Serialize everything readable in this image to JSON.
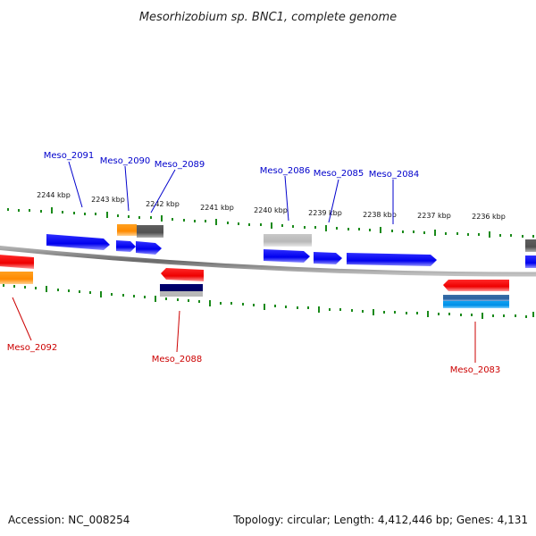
{
  "title": "Mesorhizobium sp. BNC1, complete genome",
  "footer": {
    "accession": "Accession: NC_008254",
    "topology": "Topology: circular; Length: 4,412,446 bp; Genes: 4,131"
  },
  "ticks": [
    "2244 kbp",
    "2243 kbp",
    "2242 kbp",
    "2241 kbp",
    "2240 kbp",
    "2239 kbp",
    "2238 kbp",
    "2237 kbp",
    "2236 kbp"
  ],
  "genes_top": [
    "Meso_2091",
    "Meso_2090",
    "Meso_2089",
    "Meso_2086",
    "Meso_2085",
    "Meso_2084"
  ],
  "genes_bottom": [
    "Meso_2092",
    "Meso_2088",
    "Meso_2083"
  ],
  "colors": {
    "forward": "#0000ff",
    "reverse": "#ff0000",
    "label_forward": "#0000cc",
    "label_reverse": "#cc0000",
    "ticks": "#1a8a1a",
    "backbone": "#888888"
  }
}
